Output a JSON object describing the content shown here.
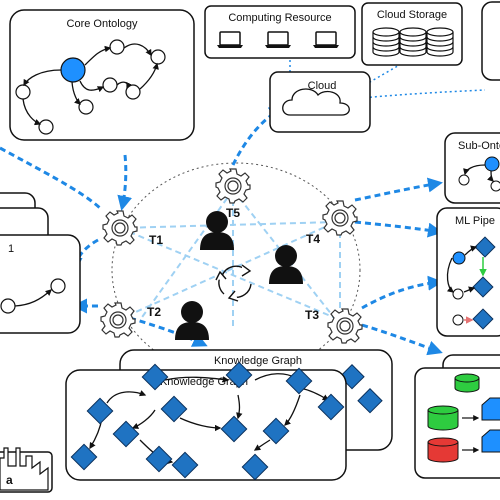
{
  "panels": {
    "core_ontology": "Core Ontology",
    "computing_resource": "Computing Resource",
    "cloud_storage": "Cloud Storage",
    "cloud": "Cloud",
    "sub_ontology": "Sub-Onto",
    "ml_pipeline": "ML Pipe",
    "knowledge_graph_back": "Knowledge Graph",
    "knowledge_graph_front": "Knowledge Graph",
    "left_panel_fragment": "1",
    "bottom_left_fragment": "a"
  },
  "tasks": [
    "T1",
    "T2",
    "T3",
    "T4",
    "T5"
  ],
  "colors": {
    "accent": "#1e88e5",
    "light_edge": "#9fd1f3",
    "diamond": "#1f73c2",
    "node_blue": "#1e90ff",
    "node_green": "#2ecc40",
    "node_red": "#e53935"
  }
}
